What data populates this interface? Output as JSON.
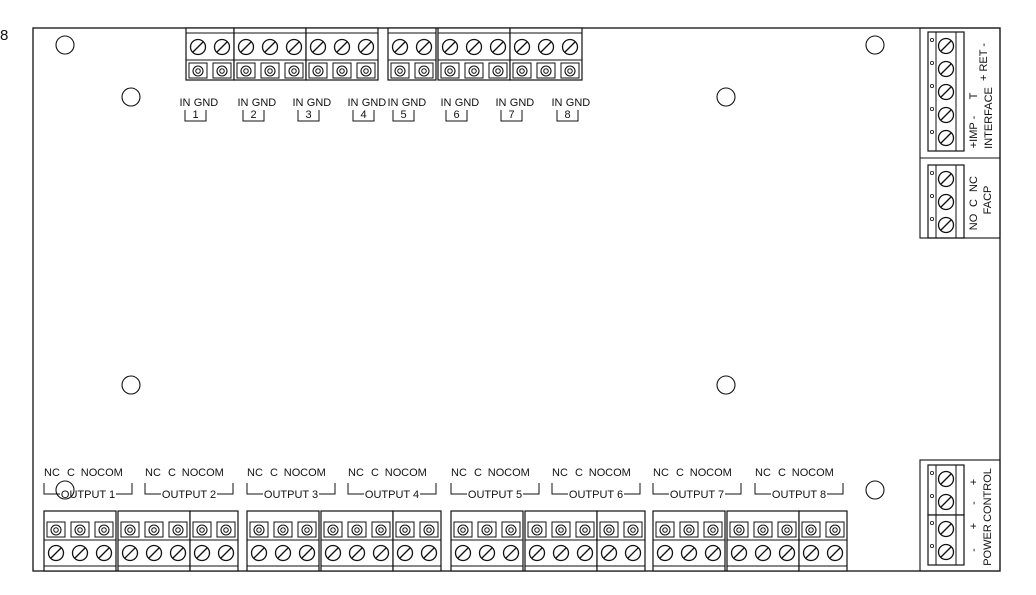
{
  "figure_label": "8",
  "inputs": {
    "pin_labels": [
      "IN",
      "GND"
    ],
    "channels": [
      "1",
      "2",
      "3",
      "4",
      "5",
      "6",
      "7",
      "8"
    ]
  },
  "outputs": {
    "pin_labels": [
      "NC",
      "C",
      "NO",
      "COM"
    ],
    "channels": [
      "OUTPUT 1",
      "OUTPUT 2",
      "OUTPUT 3",
      "OUTPUT 4",
      "OUTPUT 5",
      "OUTPUT 6",
      "OUTPUT 7",
      "OUTPUT 8"
    ]
  },
  "interface": {
    "title": "INTERFACE",
    "pins": [
      "+ RET -",
      "T",
      "+IMP -"
    ]
  },
  "facp": {
    "title": "FACP",
    "pins": [
      "NO",
      "C",
      "NC"
    ]
  },
  "control": {
    "title": "CONTROL",
    "pins": [
      "+",
      "-"
    ]
  },
  "power": {
    "title": "POWER",
    "pins": [
      "+",
      "-"
    ]
  }
}
